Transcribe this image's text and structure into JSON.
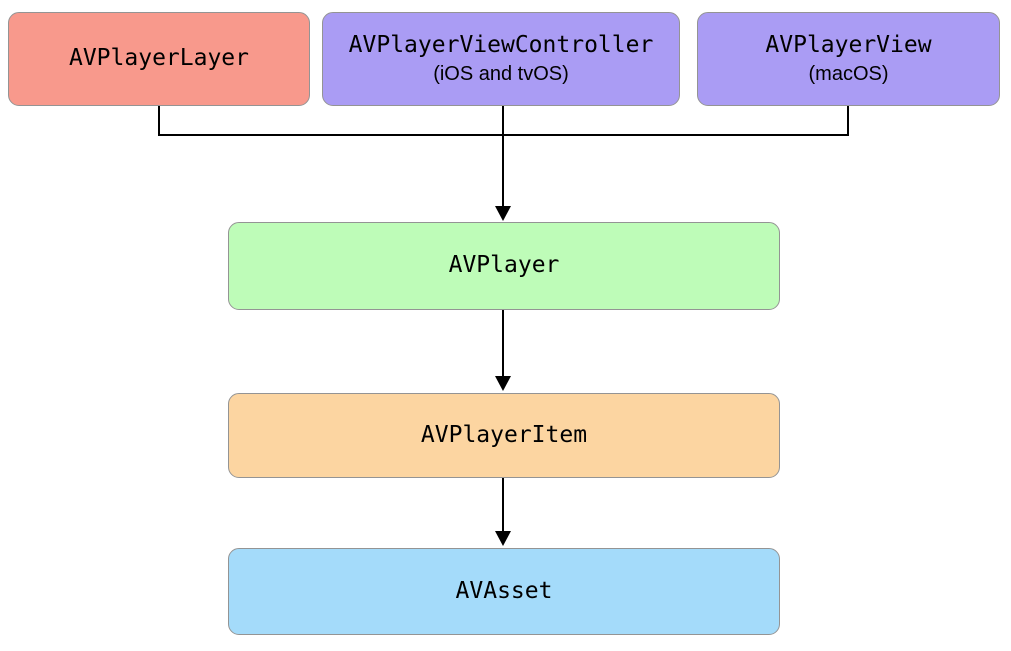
{
  "diagram": {
    "top_row": [
      {
        "title": "AVPlayerLayer",
        "color": "#f8998c",
        "border": "#a98f8c"
      },
      {
        "title": "AVPlayerViewController",
        "subtitle": "(iOS and tvOS)",
        "color": "#aa9cf4",
        "border": "#8f8bb0"
      },
      {
        "title": "AVPlayerView",
        "subtitle": "(macOS)",
        "color": "#aa9cf4",
        "border": "#8f8bb0"
      }
    ],
    "stack": [
      {
        "title": "AVPlayer",
        "color": "#befcb8",
        "border": "#8fae8f"
      },
      {
        "title": "AVPlayerItem",
        "color": "#fcd5a1",
        "border": "#b0a08a"
      },
      {
        "title": "AVAsset",
        "color": "#a4dbfa",
        "border": "#8aa2b3"
      }
    ],
    "connector_color": "#000000"
  }
}
